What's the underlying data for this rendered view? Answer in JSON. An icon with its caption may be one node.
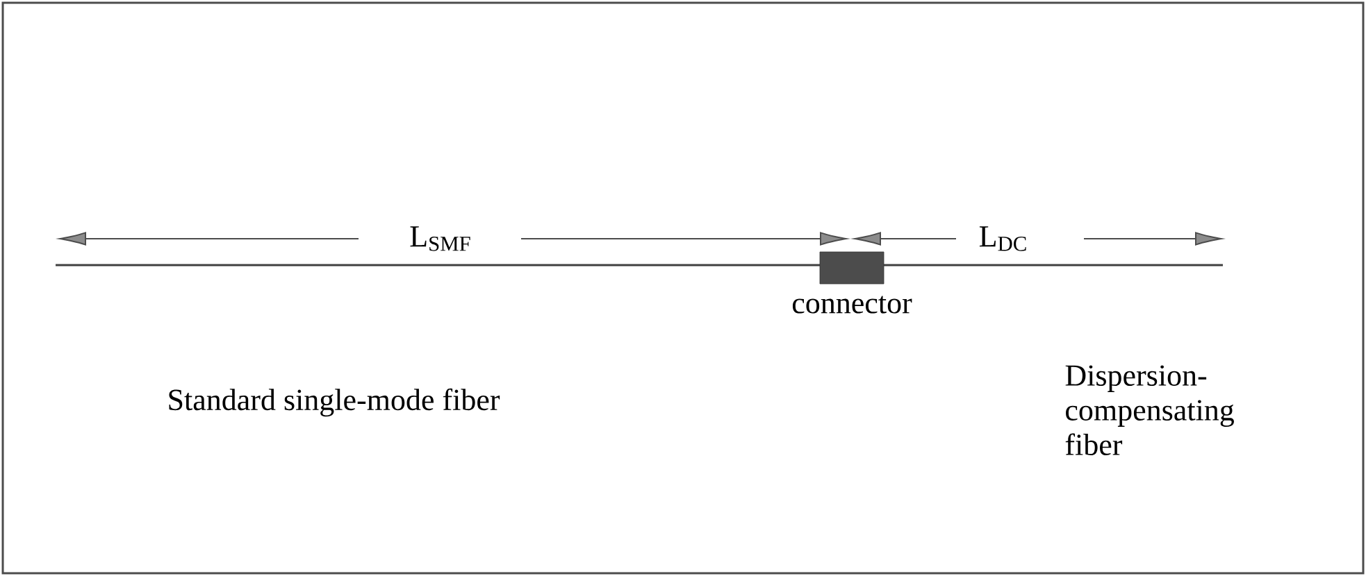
{
  "diagram": {
    "nodes": [
      {
        "text": [
          "connector"
        ]
      }
    ],
    "labels": [
      "L$_{SMF}$",
      "L$_{DC}$",
      "Standard single-mode fiber",
      "Dispersion- compensating fiber"
    ]
  }
}
